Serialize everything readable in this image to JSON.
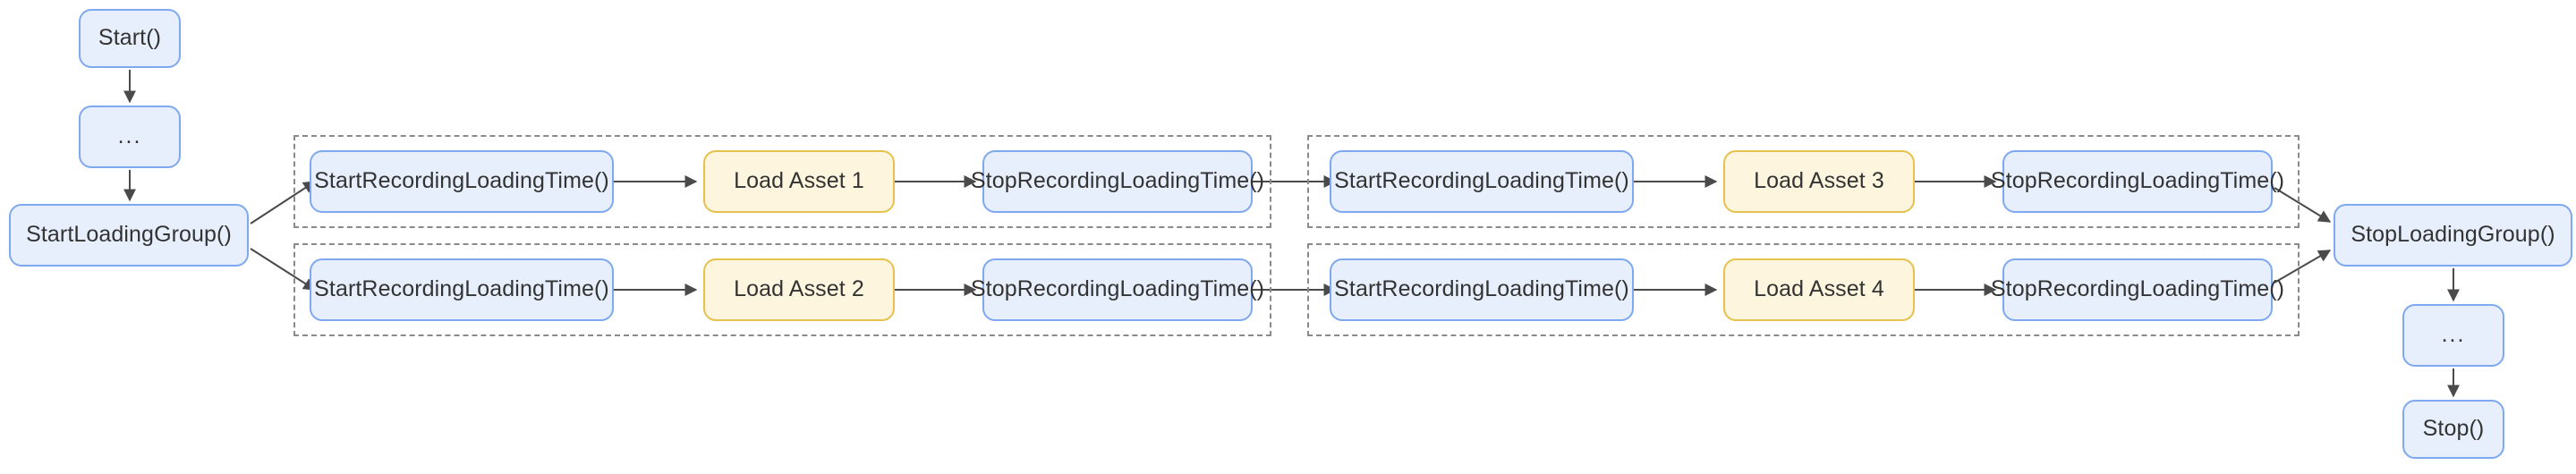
{
  "diagram": {
    "title": "Asset loading group timing flow",
    "colors": {
      "node_fill_blue": "#e8effc",
      "node_border_blue": "#7ea8f0",
      "node_fill_yellow": "#fdf5de",
      "node_border_yellow": "#e6c14d",
      "group_border": "#8a8a8a",
      "edge": "#333333",
      "text": "#333333",
      "background": "#ffffff"
    },
    "nodes": {
      "start": "Start()",
      "pre_ellipsis": "...",
      "start_loading_group": "StartLoadingGroup()",
      "stop_loading_group": "StopLoadingGroup()",
      "post_ellipsis": "...",
      "stop": "Stop()"
    },
    "groups": [
      {
        "id": "group-1",
        "rows": [
          {
            "id": "row-1",
            "start_recording": "StartRecordingLoadingTime()",
            "asset": "Load Asset 1",
            "stop_recording": "StopRecordingLoadingTime()"
          },
          {
            "id": "row-2",
            "start_recording": "StartRecordingLoadingTime()",
            "asset": "Load Asset 2",
            "stop_recording": "StopRecordingLoadingTime()"
          }
        ]
      },
      {
        "id": "group-2",
        "rows": [
          {
            "id": "row-3",
            "start_recording": "StartRecordingLoadingTime()",
            "asset": "Load Asset 3",
            "stop_recording": "StopRecordingLoadingTime()"
          },
          {
            "id": "row-4",
            "start_recording": "StartRecordingLoadingTime()",
            "asset": "Load Asset 4",
            "stop_recording": "StopRecordingLoadingTime()"
          }
        ]
      }
    ]
  }
}
